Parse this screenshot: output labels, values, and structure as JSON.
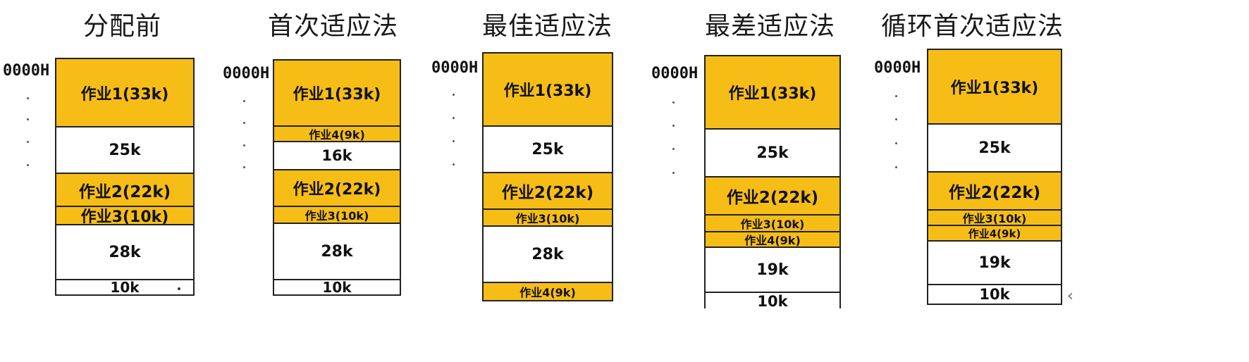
{
  "panels": [
    {
      "title": "分配前",
      "address": "0000H",
      "blocks": [
        {
          "label": "作业1(33k)",
          "type": "used"
        },
        {
          "label": "25k",
          "type": "free"
        },
        {
          "label": "作业2(22k)",
          "type": "used"
        },
        {
          "label": "作业3(10k)",
          "type": "used"
        },
        {
          "label": "28k",
          "type": "free"
        },
        {
          "label": "10k",
          "type": "free"
        }
      ]
    },
    {
      "title": "首次适应法",
      "address": "0000H",
      "blocks": [
        {
          "label": "作业1(33k)",
          "type": "used"
        },
        {
          "label": "作业4(9k)",
          "type": "used"
        },
        {
          "label": "16k",
          "type": "free"
        },
        {
          "label": "作业2(22k)",
          "type": "used"
        },
        {
          "label": "作业3(10k)",
          "type": "used"
        },
        {
          "label": "28k",
          "type": "free"
        },
        {
          "label": "10k",
          "type": "free"
        }
      ]
    },
    {
      "title": "最佳适应法",
      "address": "0000H",
      "blocks": [
        {
          "label": "作业1(33k)",
          "type": "used"
        },
        {
          "label": "25k",
          "type": "free"
        },
        {
          "label": "作业2(22k)",
          "type": "used"
        },
        {
          "label": "作业3(10k)",
          "type": "used"
        },
        {
          "label": "28k",
          "type": "free"
        },
        {
          "label": "作业4(9k)",
          "type": "used"
        }
      ]
    },
    {
      "title": "最差适应法",
      "address": "0000H",
      "blocks": [
        {
          "label": "作业1(33k)",
          "type": "used"
        },
        {
          "label": "25k",
          "type": "free"
        },
        {
          "label": "作业2(22k)",
          "type": "used"
        },
        {
          "label": "作业3(10k)",
          "type": "used"
        },
        {
          "label": "作业4(9k)",
          "type": "used"
        },
        {
          "label": "19k",
          "type": "free"
        },
        {
          "label": "10k",
          "type": "free"
        }
      ]
    },
    {
      "title": "循环首次适应法",
      "address": "0000H",
      "blocks": [
        {
          "label": "作业1(33k)",
          "type": "used"
        },
        {
          "label": "25k",
          "type": "free"
        },
        {
          "label": "作业2(22k)",
          "type": "used"
        },
        {
          "label": "作业3(10k)",
          "type": "used"
        },
        {
          "label": "作业4(9k)",
          "type": "used"
        },
        {
          "label": "19k",
          "type": "free"
        },
        {
          "label": "10k",
          "type": "free"
        }
      ]
    }
  ],
  "colors": {
    "used": "#f6bd16",
    "free": "#ffffff",
    "border": "#222222"
  }
}
